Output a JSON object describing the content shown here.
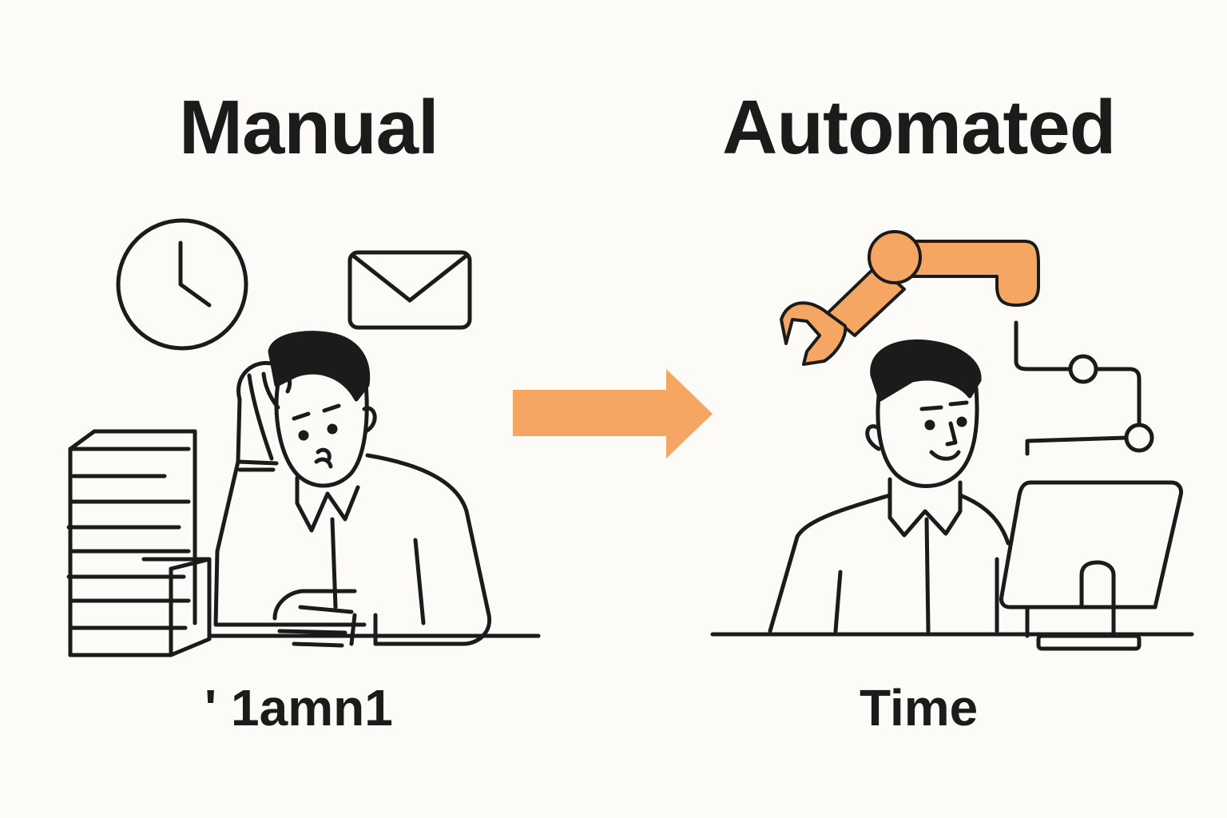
{
  "left_panel": {
    "title": "Manual",
    "caption": "' 1amn1",
    "icons": [
      "clock-icon",
      "envelope-icon",
      "paper-stack-icon",
      "stressed-person-icon"
    ]
  },
  "right_panel": {
    "title": "Automated",
    "caption": "Time",
    "icons": [
      "robot-arm-icon",
      "circuit-icon",
      "happy-person-icon",
      "monitor-icon"
    ]
  },
  "colors": {
    "ink": "#1b1b1b",
    "accent": "#f5a662",
    "background": "#fcfbf7"
  }
}
